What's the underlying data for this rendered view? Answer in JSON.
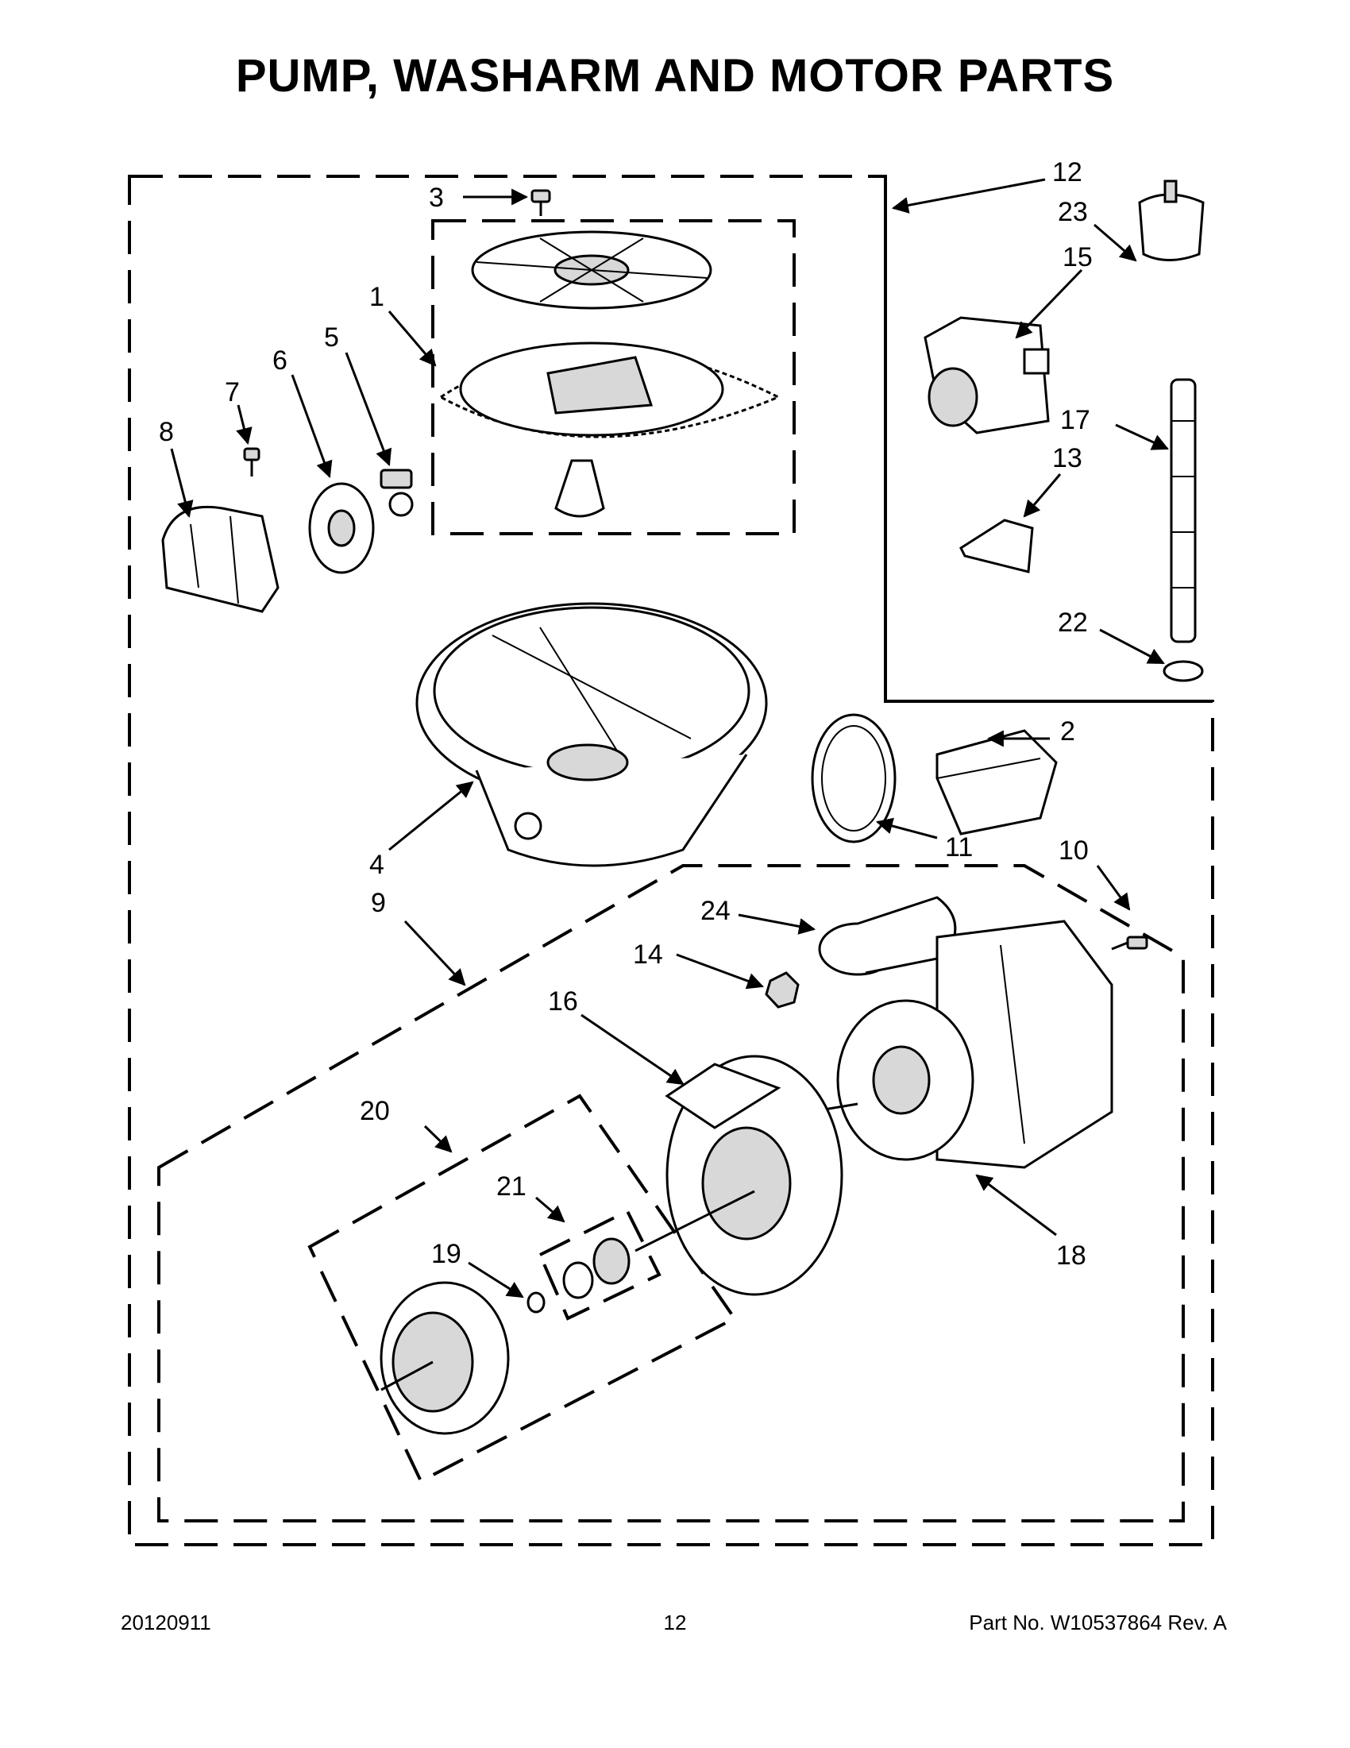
{
  "title": "PUMP, WASHARM AND MOTOR PARTS",
  "callouts": [
    "1",
    "2",
    "3",
    "4",
    "5",
    "6",
    "7",
    "8",
    "9",
    "10",
    "11",
    "12",
    "13",
    "14",
    "15",
    "16",
    "17",
    "18",
    "19",
    "20",
    "21",
    "22",
    "23",
    "24"
  ],
  "footer": {
    "date": "20120911",
    "page": "12",
    "part_no": "Part No.  W10537864  Rev.  A"
  }
}
